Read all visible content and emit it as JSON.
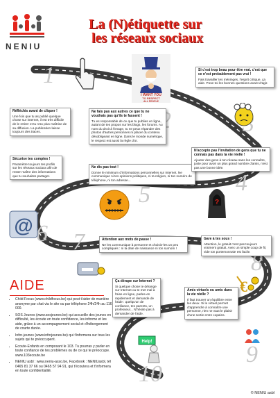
{
  "logo": {
    "text": "NENIU"
  },
  "title": {
    "line1": "La (N)étiquette sur",
    "line2": "les réseaux sociaux"
  },
  "tips": [
    {
      "heading": "Réfléchis avant de cliquer !",
      "body": "Une fois que tu as publié quelque chose sur internet, il est très difficile de le retirer et tu n'as plus maîtrise de sa diffusion. La publication laisse toujours des traces."
    },
    {
      "heading": "Ne fais pas aux autres ce que tu ne voudrais pas qu'ils te fassent !",
      "body": "Tu es responsable de ce que tu publies en ligne, autant de tes propos sur les blogs, les forums. Au nom du droit à l'image, tu ne peux répandre des photos d'autres personnes ni placer du contenu désobligeant en ligne. Dans le monde numérique, le respect est aussi la règle d'or."
    },
    {
      "heading": "Si c'est trop beau pour être vrai, c'est que ce n'est probablement pas vrai !",
      "body": "Fais travailler tes méninges, l'esprit critique, ça aide. Pose-toi les bonnes questions avant d'agir."
    },
    {
      "heading": "Sécurise tes comptes !",
      "body": "Paramètre toujours tes profils sur les réseaux sociaux afin de rester maître des informations que tu souhaites partager."
    },
    {
      "heading": "Ne dis pas tout !",
      "body": "Donne le minimum d'informations personnelles sur Internet. Ne communique ni tes opinions politiques, ni ta religion, ni ton numéro de téléphone, ni ton adresse..."
    },
    {
      "heading": "N'accepte pas l'invitation de gens que tu ne connais pas dans la vie réelle !",
      "body": "Ajouter des gens à ton réseau sans les connaître, juste pour avoir un plus grand nombre d'amis, n'est pas une bonne idée."
    },
    {
      "heading": "Attention aux mots de passe !",
      "body": "Ne les communique à personne et choisis-les un peu compliqués : ni la date de naissance ni ton surnom !"
    },
    {
      "heading": "Gare à tes sous !",
      "body": "Attention, le gratuit n'est pas toujours vraiment gratuit. Avec un simple coup de fil, vide ton portemonnaie est facile."
    },
    {
      "heading": "Ça dérape sur Internet ?",
      "body": "Si quelque chose te dérange sur Internet ou te met mal à l'aise en ligne, parles-en rapidement et demande de l'aide : quelqu'un de confiance, tes parents, un professeur... N'hésite pas à demander de l'aide."
    },
    {
      "heading": "Amis virtuels ou amis dans la vie réelle ?",
      "body": "Il faut trouver un équilibre entre les deux. Si le virtuel permet d'apprendre à connaître une personne, rien ne vaut le plaisir d'une sortie entre copains."
    }
  ],
  "numbers": [
    "1",
    "2",
    "3",
    "4",
    "5",
    "6",
    "7",
    "8",
    "9",
    "10"
  ],
  "aide": {
    "title": "AIDE",
    "items": [
      "Child Focus (www.childfocus.be) qui peut t'aider de manière anonyme par chat via le site ou par téléphone 24h/24h au 116 000.",
      "SOS Jeunes (www.sosjeunes.be) qui accueille des jeunes en difficulté, les écoute en toute confidence, les informe et les aide, grâce à un accompagnement social et d'hébergement de courte durée.",
      "Infor-jeunes (www.inforjeunes.be) qui t'informera sur tous les sujets qui te préoccupent.",
      "Ecoute-Enfants en composant le 103. Tu pourras y parler en toute confiance de tes problèmes ou de ce qui te préoccupe. www.103ecoute.be",
      "NENIU asbl : www.neniu-asso.be, Facebook : NENIUasbl, tél 0465 81 37 66 ou 0465 57 94 91, qui t'écoutera et t'informera en toute confidentialité."
    ]
  },
  "poster_text": {
    "line1": "I WANT YOU",
    "line2": "TO RESPECT",
    "line3": "ALL PEOPLE"
  },
  "help_sign": "Help!",
  "footer": "© NENIU asbl",
  "colors": {
    "title_red": "#e2231a",
    "road": "#3a3a3a",
    "dash": "#ffffff"
  }
}
